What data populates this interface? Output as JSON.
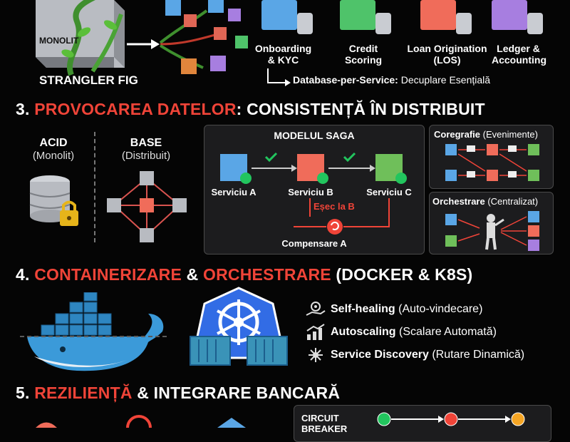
{
  "top": {
    "monolit_label": "MONOLIT",
    "strangler_label": "STRANGLER FIG",
    "services": [
      {
        "label": "Onboarding & KYC",
        "color": "#5aa6e6"
      },
      {
        "label": "Credit Scoring",
        "color": "#4fc36a"
      },
      {
        "label": "Loan Origination (LOS)",
        "color": "#f06c5a"
      },
      {
        "label": "Ledger & Accounting",
        "color": "#a77ee0"
      }
    ],
    "db_per_service_bold": "Database-per-Service:",
    "db_per_service_rest": " Decuplare Esențială"
  },
  "section3": {
    "number": "3.",
    "title_red": "PROVOCAREA DATELOR",
    "title_rest": ": CONSISTENȚĂ ÎN DISTRIBUIT",
    "acid": {
      "title": "ACID",
      "sub": "(Monolit)"
    },
    "base": {
      "title": "BASE",
      "sub": "(Distribuit)"
    },
    "saga": {
      "title": "MODELUL SAGA",
      "svc_a": "Serviciu A",
      "svc_b": "Serviciu B",
      "svc_c": "Serviciu C",
      "fail": "Eșec la B",
      "compensate": "Compensare A"
    },
    "choreo": {
      "bold": "Coregrafie",
      "rest": " (Evenimente)"
    },
    "orch": {
      "bold": "Orchestrare",
      "rest": " (Centralizat)"
    }
  },
  "section4": {
    "number": "4.",
    "title_red1": "CONTAINERIZARE",
    "amp": " & ",
    "title_red2": "ORCHESTRARE",
    "title_rest": " (DOCKER & K8S)",
    "features": [
      {
        "bold": "Self-healing",
        "rest": " (Auto-vindecare)",
        "icon": "hand-gear-icon"
      },
      {
        "bold": "Autoscaling",
        "rest": " (Scalare Automată)",
        "icon": "bar-chart-icon"
      },
      {
        "bold": "Service Discovery",
        "rest": " (Rutare Dinamică)",
        "icon": "network-icon"
      }
    ]
  },
  "section5": {
    "number": "5.",
    "title_red": "REZILIENȚĂ",
    "title_rest": " & INTEGRARE BANCARĂ",
    "circuit_line1": "CIRCUIT",
    "circuit_line2": "BREAKER"
  },
  "colors": {
    "accent_red": "#f04438",
    "check_green": "#22c55e",
    "blue": "#5aa6e6",
    "green": "#4fc36a",
    "purple": "#a77ee0"
  }
}
